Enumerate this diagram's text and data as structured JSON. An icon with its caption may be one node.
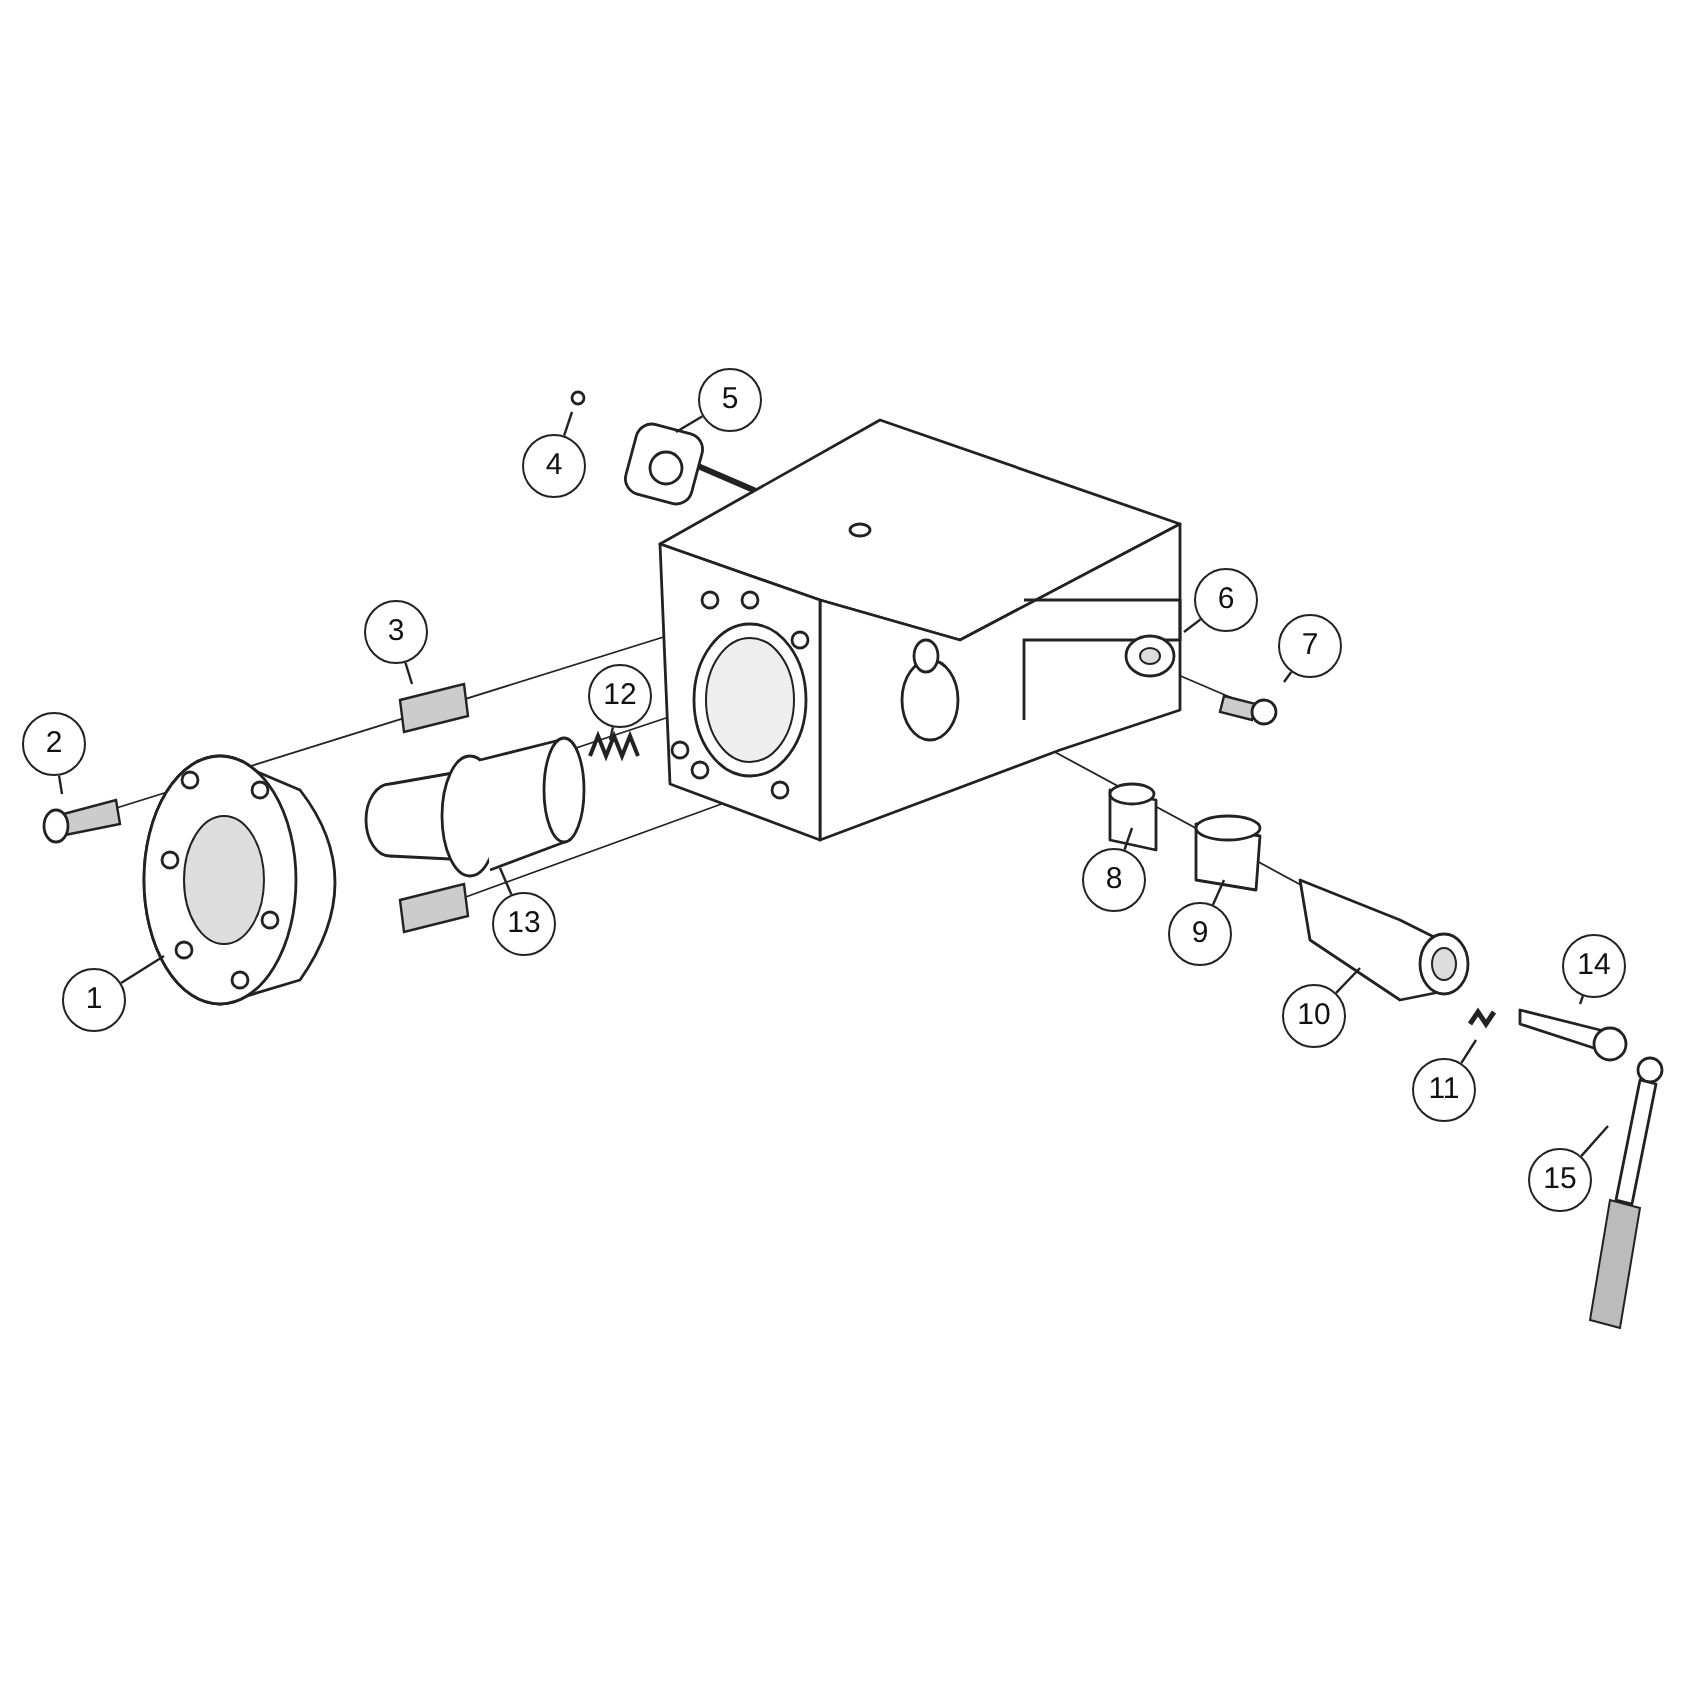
{
  "diagram": {
    "nodes": [
      {
        "text": [
          "1"
        ]
      },
      {
        "text": [
          "2"
        ]
      },
      {
        "text": [
          "3"
        ]
      },
      {
        "text": [
          "4"
        ]
      },
      {
        "text": [
          "5"
        ]
      },
      {
        "text": [
          "6"
        ]
      },
      {
        "text": [
          "7"
        ]
      },
      {
        "text": [
          "8"
        ]
      },
      {
        "text": [
          "9"
        ]
      },
      {
        "text": [
          "10"
        ]
      },
      {
        "text": [
          "11"
        ]
      },
      {
        "text": [
          "12"
        ]
      },
      {
        "text": [
          "13"
        ]
      },
      {
        "text": [
          "14"
        ]
      },
      {
        "text": [
          "15"
        ]
      }
    ],
    "edges": [
      {
        "from": 0,
        "to": null,
        "arrow": "none"
      },
      {
        "from": 1,
        "to": null,
        "arrow": "none"
      },
      {
        "from": 2,
        "to": null,
        "arrow": "none"
      },
      {
        "from": 3,
        "to": null,
        "arrow": "none"
      },
      {
        "from": 4,
        "to": null,
        "arrow": "none"
      },
      {
        "from": 5,
        "to": null,
        "arrow": "none"
      },
      {
        "from": 6,
        "to": null,
        "arrow": "none"
      },
      {
        "from": 7,
        "to": null,
        "arrow": "none"
      },
      {
        "from": 8,
        "to": null,
        "arrow": "none"
      },
      {
        "from": 9,
        "to": null,
        "arrow": "none"
      },
      {
        "from": 10,
        "to": null,
        "arrow": "none"
      },
      {
        "from": 11,
        "to": null,
        "arrow": "none"
      },
      {
        "from": 12,
        "to": null,
        "arrow": "none"
      },
      {
        "from": 13,
        "to": null,
        "arrow": "none"
      },
      {
        "from": 14,
        "to": null,
        "arrow": "none"
      }
    ]
  }
}
